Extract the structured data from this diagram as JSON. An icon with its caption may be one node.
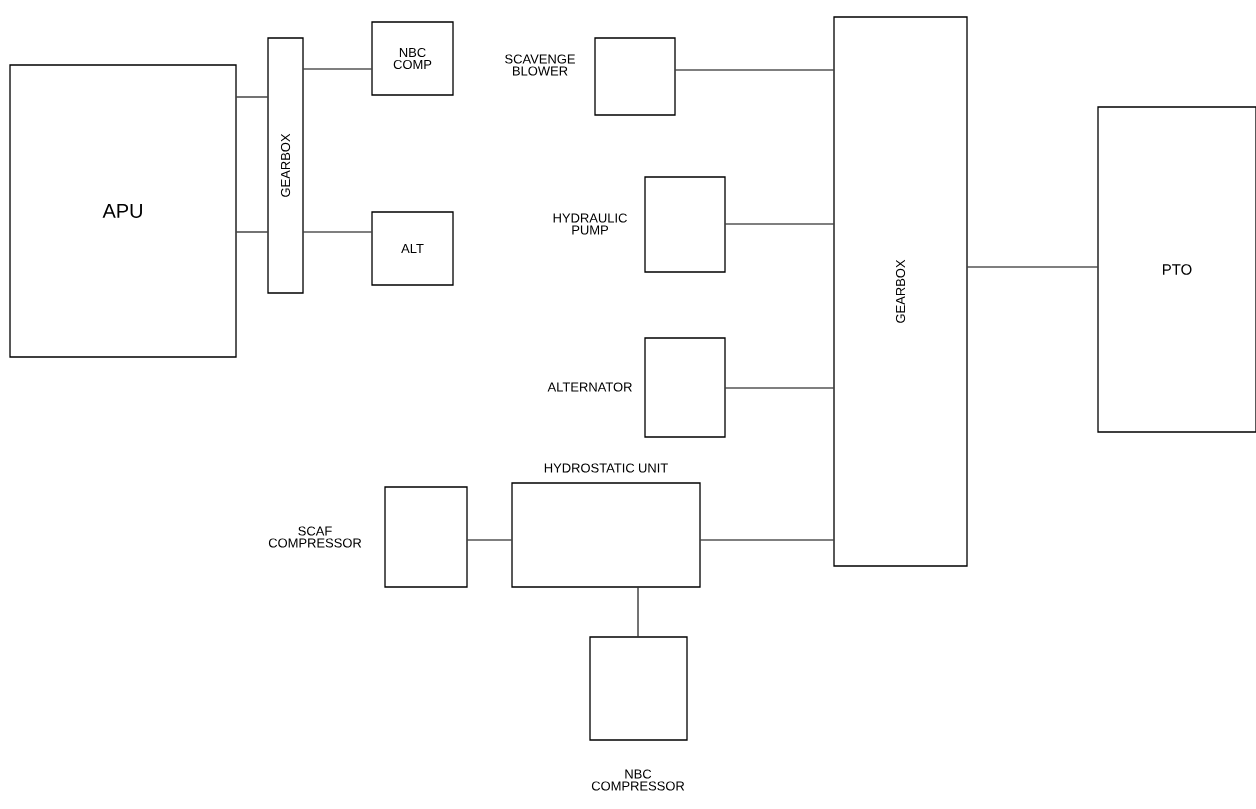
{
  "diagram": {
    "nodes": [
      {
        "text": [
          "APU"
        ]
      },
      {
        "text": [
          "GEARBOX"
        ]
      },
      {
        "text": [
          "NBC COMP"
        ]
      },
      {
        "text": [
          "ALT"
        ]
      },
      {
        "text": [
          "SCAVENGE BLOWER"
        ]
      },
      {
        "text": [
          "HYDRAULIC PUMP"
        ]
      },
      {
        "text": [
          "ALTERNATOR"
        ]
      },
      {
        "text": [
          "HYDROSTATIC UNIT"
        ]
      },
      {
        "text": [
          "SCAF COMPRESSOR"
        ]
      },
      {
        "text": [
          "NBC COMPRESSOR"
        ]
      },
      {
        "text": [
          "GEARBOX"
        ]
      },
      {
        "text": [
          "PTO"
        ]
      }
    ],
    "edges": [
      {
        "from": 0,
        "to": 1,
        "arrow": "none"
      },
      {
        "from": 0,
        "to": 1,
        "arrow": "none"
      },
      {
        "from": 1,
        "to": 2,
        "arrow": "none"
      },
      {
        "from": 1,
        "to": 3,
        "arrow": "none"
      },
      {
        "from": 4,
        "to": 10,
        "arrow": "none"
      },
      {
        "from": 5,
        "to": 10,
        "arrow": "none"
      },
      {
        "from": 6,
        "to": 10,
        "arrow": "none"
      },
      {
        "from": 7,
        "to": 10,
        "arrow": "none"
      },
      {
        "from": 8,
        "to": 7,
        "arrow": "none"
      },
      {
        "from": 7,
        "to": 9,
        "arrow": "none"
      },
      {
        "from": 10,
        "to": 11,
        "arrow": "none"
      }
    ]
  }
}
